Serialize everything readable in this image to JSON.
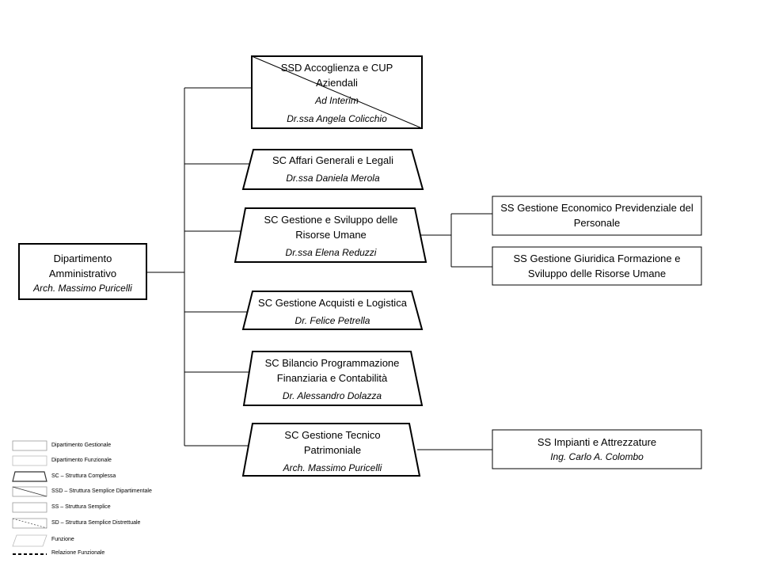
{
  "department": {
    "title": "Dipartimento Amministrativo",
    "person": "Arch. Massimo Puricelli"
  },
  "units": [
    {
      "type": "SSD",
      "title": "SSD Accoglienza e CUP Aziendali",
      "note": "Ad Interim",
      "person": "Dr.ssa Angela Colicchio"
    },
    {
      "type": "SC",
      "title": "SC Affari Generali e Legali",
      "person": "Dr.ssa Daniela Merola"
    },
    {
      "type": "SC",
      "title": "SC Gestione e Sviluppo delle Risorse Umane",
      "person": "Dr.ssa Elena Reduzzi"
    },
    {
      "type": "SC",
      "title": "SC Gestione Acquisti e Logistica",
      "person": "Dr. Felice Petrella"
    },
    {
      "type": "SC",
      "title": "SC Bilancio Programmazione Finanziaria e Contabilità",
      "person": "Dr. Alessandro Dolazza"
    },
    {
      "type": "SC",
      "title": "SC Gestione Tecnico Patrimoniale",
      "person": "Arch. Massimo Puricelli"
    }
  ],
  "sub_units": [
    {
      "type": "SS",
      "parent": "SC Gestione e Sviluppo delle Risorse Umane",
      "title": "SS Gestione Economico Previdenziale del Personale"
    },
    {
      "type": "SS",
      "parent": "SC Gestione e Sviluppo delle Risorse Umane",
      "title": "SS Gestione Giuridica Formazione e Sviluppo delle Risorse Umane"
    },
    {
      "type": "SS",
      "parent": "SC Gestione Tecnico Patrimoniale",
      "title": "SS Impianti e Attrezzature",
      "person": "Ing. Carlo A. Colombo"
    }
  ],
  "legend": [
    {
      "key": "dip-gestionale",
      "label": "Dipartimento Gestionale"
    },
    {
      "key": "dip-funzionale",
      "label": "Dipartimento Funzionale"
    },
    {
      "key": "sc",
      "label": "SC – Struttura Complessa"
    },
    {
      "key": "ssd",
      "label": "SSD – Struttura Semplice Dipartimentale"
    },
    {
      "key": "ss",
      "label": "SS – Struttura Semplice"
    },
    {
      "key": "sd",
      "label": "SD – Struttura Semplice Distrettuale"
    },
    {
      "key": "funzione",
      "label": "Funzione"
    },
    {
      "key": "rel-funzionale",
      "label": "Relazione Funzionale"
    }
  ]
}
